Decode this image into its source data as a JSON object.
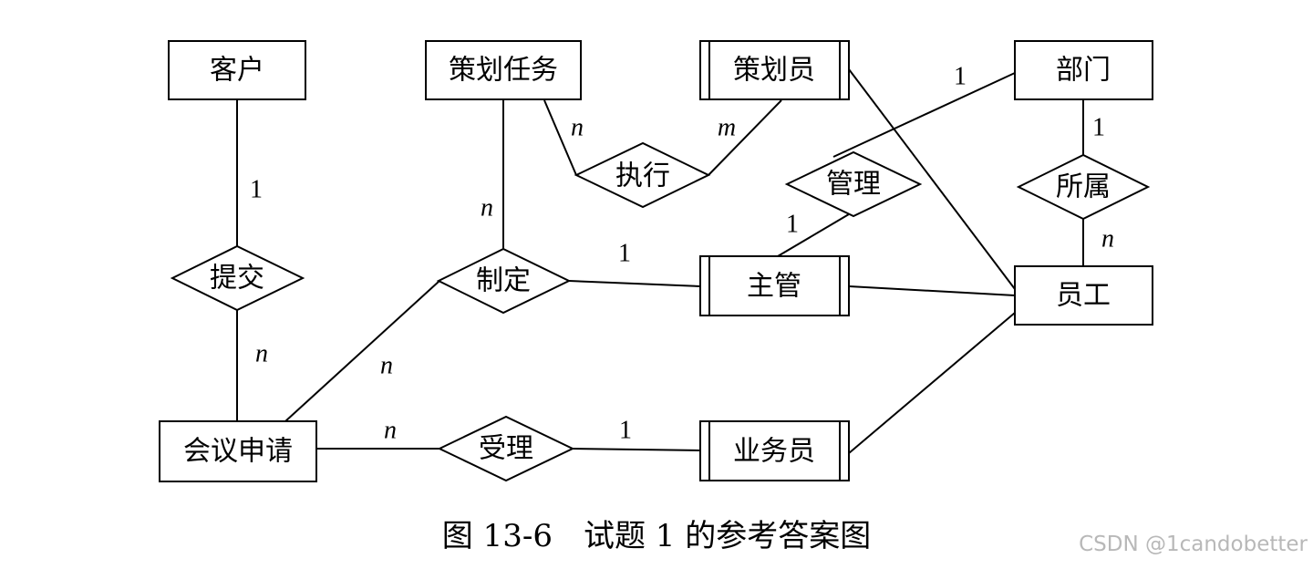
{
  "entities": {
    "kehu": "客户",
    "cehua_renwu": "策划任务",
    "cehua_yuan": "策划员",
    "bumen": "部门",
    "zhuguan": "主管",
    "yuangong": "员工",
    "huiyi_shenqing": "会议申请",
    "yewu_yuan": "业务员"
  },
  "relationships": {
    "zhixing": "执行",
    "guanli": "管理",
    "suoshu": "所属",
    "tijiao": "提交",
    "zhiding": "制定",
    "shouli": "受理"
  },
  "cardinalities": {
    "tijiao_kehu": "1",
    "tijiao_huiyi": "n",
    "zhixing_renwu": "n",
    "zhixing_yuan": "m",
    "zhiding_renwu": "n",
    "zhiding_zhuguan": "1",
    "zhiding_huiyi": "n",
    "guanli_bumen": "1",
    "guanli_zhuguan": "1",
    "suoshu_bumen": "1",
    "suoshu_yuangong": "n",
    "shouli_huiyi": "n",
    "shouli_yewu": "1"
  },
  "caption": "图 13-6　试题 1 的参考答案图",
  "watermark": "CSDN @1candobetter"
}
